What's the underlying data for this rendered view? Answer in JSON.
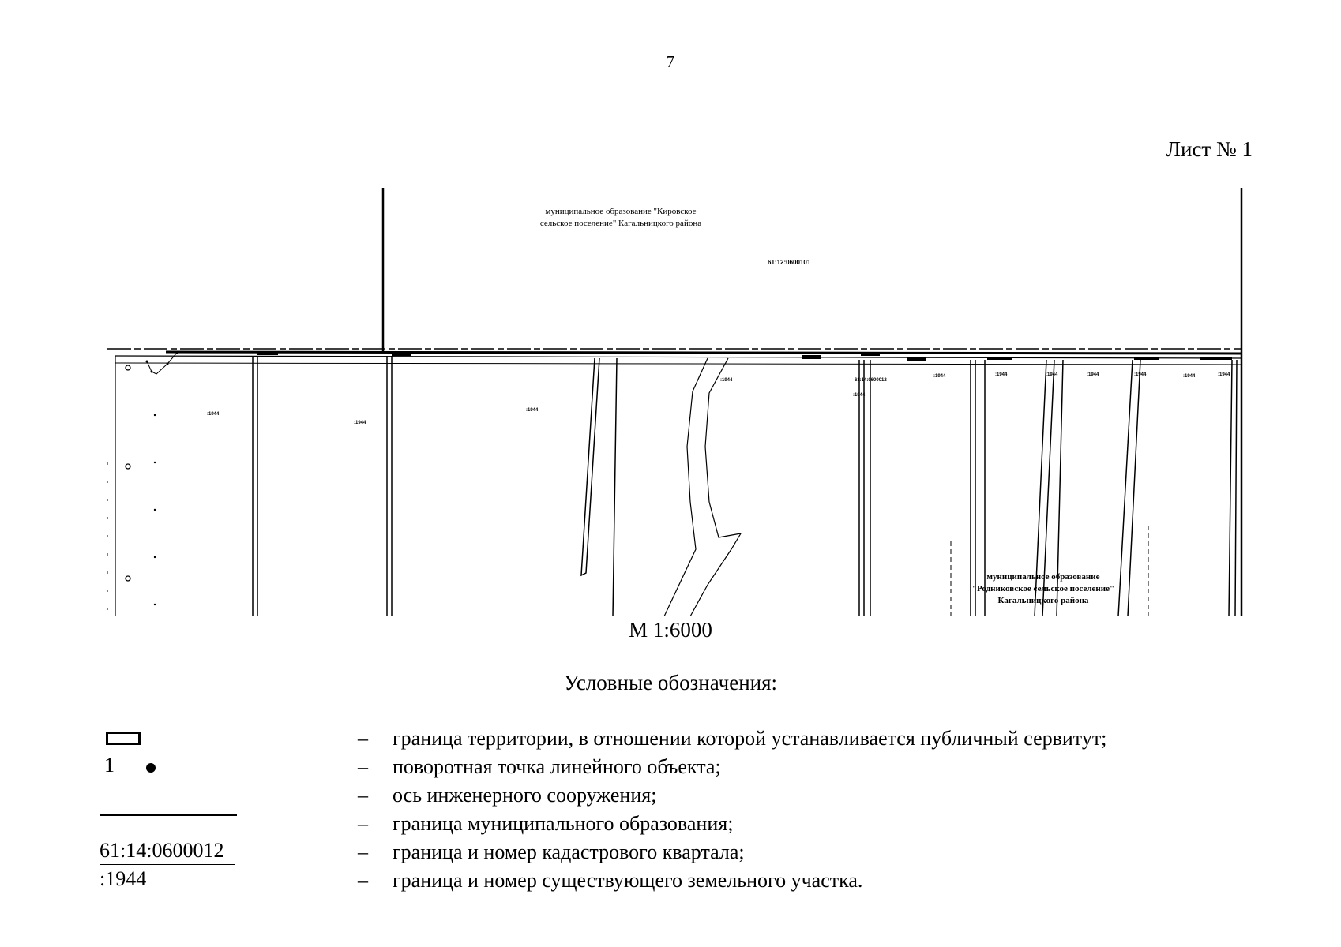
{
  "page": {
    "number": "7",
    "sheet_label": "Лист № 1"
  },
  "map": {
    "labels": {
      "kirovskoe_line1": "муниципальное образование \"Кировское",
      "kirovskoe_line2": "сельское поселение\" Кагальницкого района",
      "cadastral_block_top": "61:12:0600101",
      "rodnikovskoe_line1": "муниципальное образование",
      "rodnikovskoe_line2": "\"Родниковское сельское поселение\"",
      "rodnikovskoe_line3": "Кагальницкого района"
    }
  },
  "scale": "М 1:6000",
  "legend": {
    "title": "Условные обозначения:",
    "items": [
      {
        "symbol": "rectangle",
        "dash": "–",
        "text": "граница территории, в отношении которой устанавливается публичный сервитут;"
      },
      {
        "symbol": "point",
        "symbol_text": "1",
        "dash": "–",
        "text": "поворотная точка линейного объекта;"
      },
      {
        "symbol": "none",
        "dash": "–",
        "text": "ось инженерного сооружения;"
      },
      {
        "symbol": "line",
        "dash": "–",
        "text": "граница муниципального образования;"
      },
      {
        "symbol": "cadastral",
        "symbol_text": "61:14:0600012",
        "dash": "–",
        "text": "граница и номер кадастрового квартала;"
      },
      {
        "symbol": "parcel",
        "symbol_text": ":1944",
        "dash": "–",
        "text": "граница и номер существующего земельного участка."
      }
    ]
  }
}
